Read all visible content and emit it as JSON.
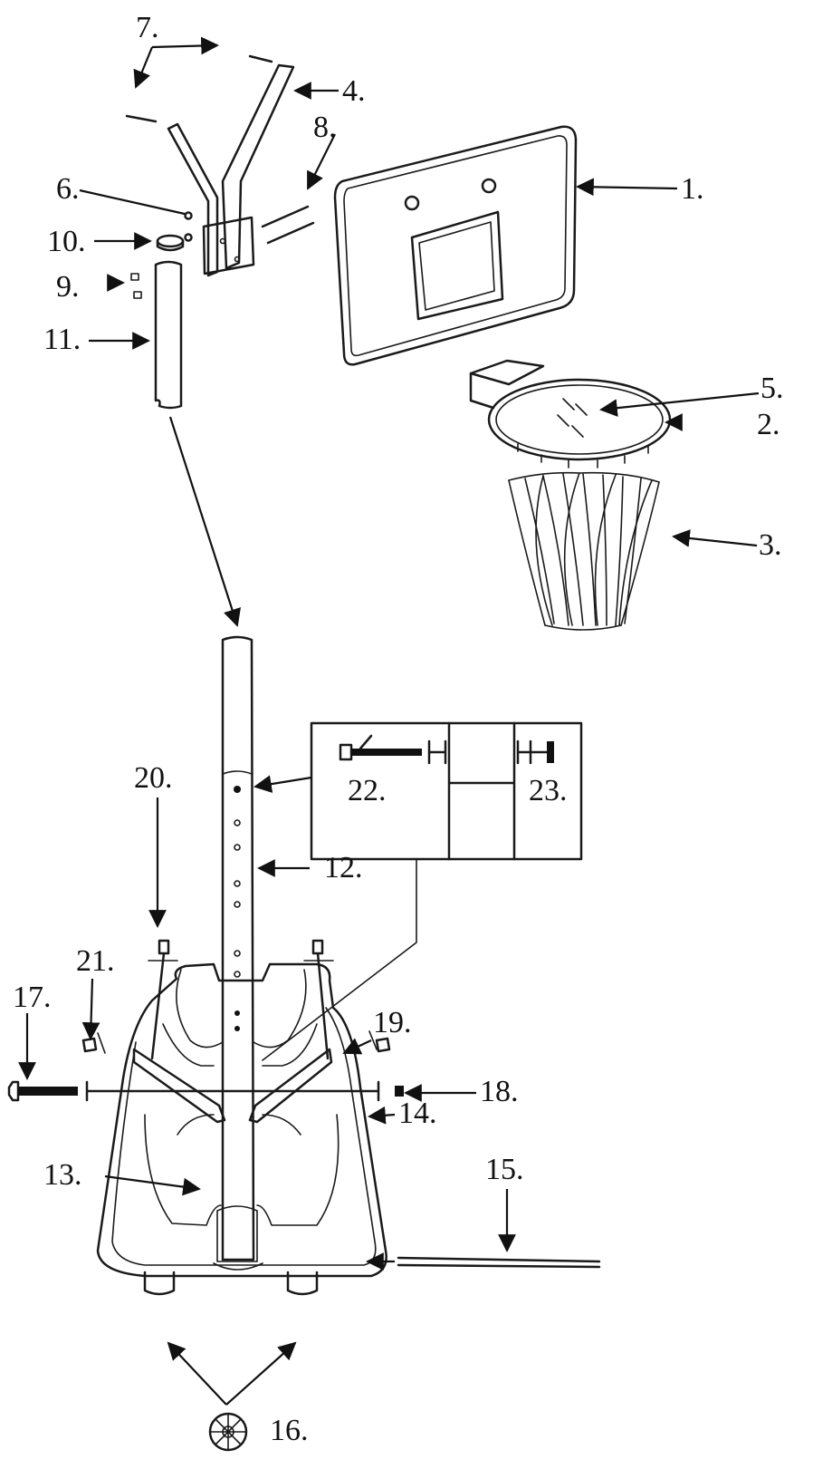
{
  "diagram": {
    "labels": {
      "l1": "1.",
      "l2": "2.",
      "l3": "3.",
      "l4": "4.",
      "l5": "5.",
      "l6": "6.",
      "l7": "7.",
      "l8": "8.",
      "l9": "9.",
      "l10": "10.",
      "l11": "11.",
      "l12": "12.",
      "l13": "13.",
      "l14": "14.",
      "l15": "15.",
      "l16": "16.",
      "l17": "17.",
      "l18": "18.",
      "l19": "19.",
      "l20": "20.",
      "l21": "21.",
      "l22": "22.",
      "l23": "23."
    }
  }
}
